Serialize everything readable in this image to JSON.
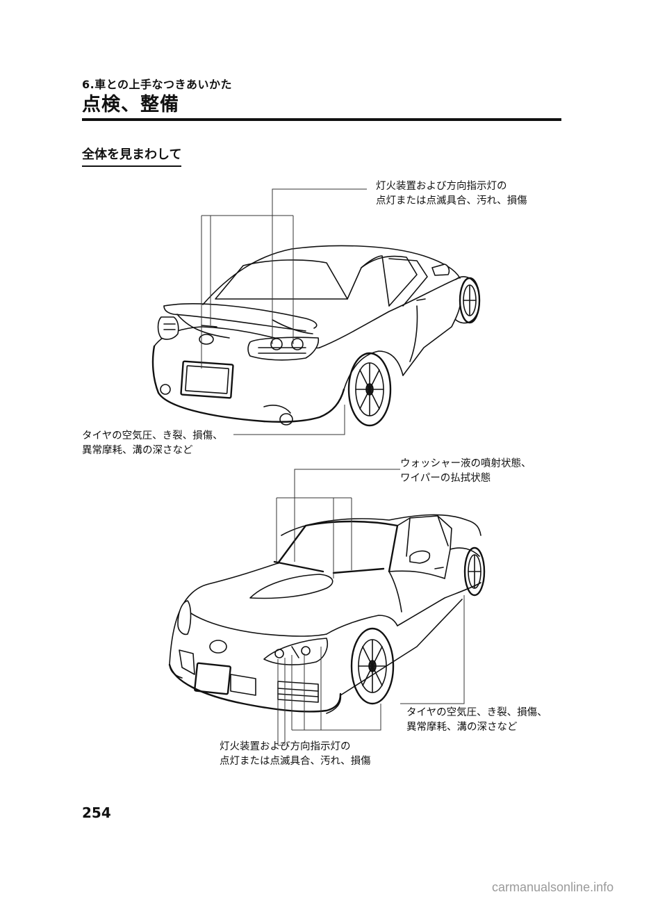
{
  "header": {
    "chapter": "6.車との上手なつきあいかた",
    "title": "点検、整備"
  },
  "section": {
    "heading": "全体を見まわして"
  },
  "rear_view": {
    "lights_callout": [
      "灯火装置および方向指示灯の",
      "点灯または点滅具合、汚れ、損傷"
    ],
    "tire_callout": [
      "タイヤの空気圧、き裂、損傷、",
      "異常摩耗、溝の深さなど"
    ]
  },
  "front_view": {
    "washer_callout": [
      "ウォッシャー液の噴射状態、",
      "ワイパーの払拭状態"
    ],
    "tire_callout": [
      "タイヤの空気圧、き裂、損傷、",
      "異常摩耗、溝の深さなど"
    ],
    "lights_callout": [
      "灯火装置および方向指示灯の",
      "点灯または点滅具合、汚れ、損傷"
    ]
  },
  "page_number": "254",
  "watermark": "carmanualsonline.info"
}
